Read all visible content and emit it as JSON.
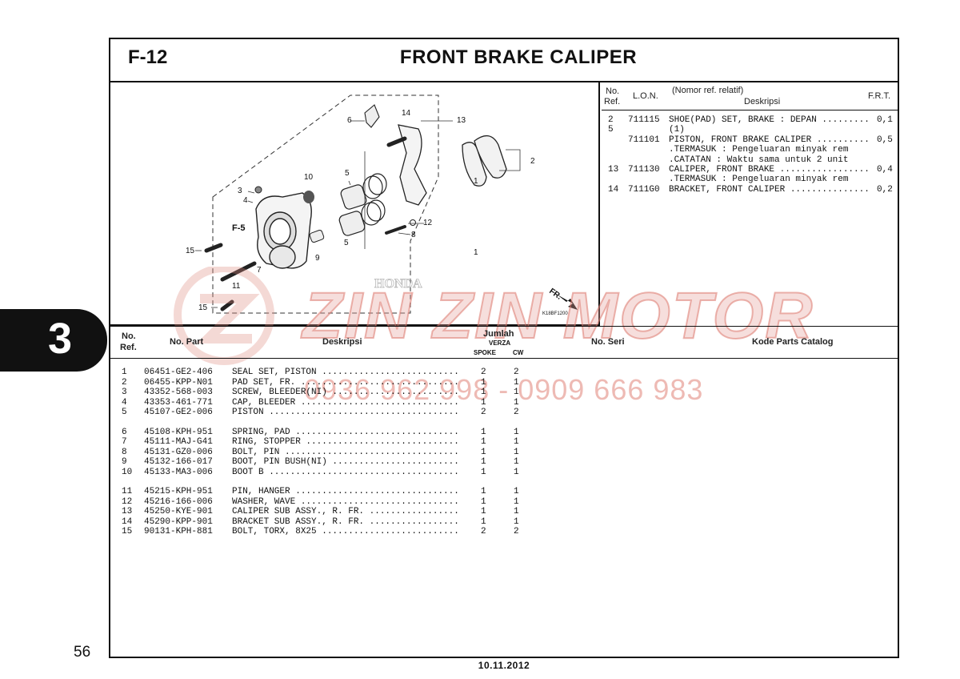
{
  "header": {
    "code": "F-12",
    "title": "FRONT BRAKE CALIPER"
  },
  "chapter": "3",
  "page_number": "56",
  "footer_date": "10.11.2012",
  "diagram": {
    "callouts": [
      "1",
      "2",
      "3",
      "4",
      "5",
      "6",
      "7",
      "8",
      "9",
      "10",
      "11",
      "12",
      "13",
      "14",
      "15"
    ],
    "ref_label": "F-5",
    "fr_label": "FR.",
    "fig_code": "K18BF1200",
    "brand_mark": "HONDA"
  },
  "watermark": {
    "brand": "ZIN ZIN MOTOR",
    "phone": "0936 962 998 - 0909 666 983"
  },
  "lon_table": {
    "headers": {
      "no_ref_1": "No.",
      "no_ref_2": "Ref.",
      "lon": "L.O.N.",
      "nomor": "(Nomor ref. relatif)",
      "deskripsi": "Deskripsi",
      "frt": "F.R.T."
    },
    "rows": [
      {
        "ref": "2",
        "lon": "711115",
        "desc": "SHOE(PAD) SET, BRAKE : DEPAN ...........",
        "frt": "0,1"
      },
      {
        "ref": "5",
        "lon": "",
        "desc": "(1)",
        "frt": ""
      },
      {
        "ref": "",
        "lon": "711101",
        "desc": "PISTON, FRONT BRAKE CALIPER ............",
        "frt": "0,5"
      },
      {
        "ref": "",
        "lon": "",
        "desc": ".TERMASUK : Pengeluaran minyak rem",
        "frt": ""
      },
      {
        "ref": "",
        "lon": "",
        "desc": ".CATATAN : Waktu sama untuk 2 unit",
        "frt": ""
      },
      {
        "ref": "13",
        "lon": "711130",
        "desc": "CALIPER, FRONT BRAKE ...................",
        "frt": "0,4"
      },
      {
        "ref": "",
        "lon": "",
        "desc": ".TERMASUK : Pengeluaran minyak rem",
        "frt": ""
      },
      {
        "ref": "14",
        "lon": "7111G0",
        "desc": "BRACKET, FRONT CALIPER .................",
        "frt": "0,2"
      }
    ]
  },
  "parts_table": {
    "headers": {
      "no_ref_1": "No.",
      "no_ref_2": "Ref.",
      "part_no": "No. Part",
      "deskripsi": "Deskripsi",
      "jumlah": "Jumlah",
      "model": "VERZA",
      "spoke": "SPOKE",
      "cw": "CW",
      "no_seri": "No. Seri",
      "kode": "Kode Parts Catalog"
    },
    "rows": [
      {
        "ref": "1",
        "part": "06451-GE2-406",
        "desc": "SEAL SET, PISTON ..........................",
        "spoke": "2",
        "cw": "2"
      },
      {
        "ref": "2",
        "part": "06455-KPP-N01",
        "desc": "PAD SET, FR. ..............................",
        "spoke": "1",
        "cw": "1"
      },
      {
        "ref": "3",
        "part": "43352-568-003",
        "desc": "SCREW, BLEEDER(NI) ........................",
        "spoke": "1",
        "cw": "1"
      },
      {
        "ref": "4",
        "part": "43353-461-771",
        "desc": "CAP, BLEEDER ..............................",
        "spoke": "1",
        "cw": "1"
      },
      {
        "ref": "5",
        "part": "45107-GE2-006",
        "desc": "PISTON ....................................",
        "spoke": "2",
        "cw": "2"
      },
      {
        "ref": "6",
        "part": "45108-KPH-951",
        "desc": "SPRING, PAD ...............................",
        "spoke": "1",
        "cw": "1"
      },
      {
        "ref": "7",
        "part": "45111-MAJ-G41",
        "desc": "RING, STOPPER .............................",
        "spoke": "1",
        "cw": "1"
      },
      {
        "ref": "8",
        "part": "45131-GZ0-006",
        "desc": "BOLT, PIN .................................",
        "spoke": "1",
        "cw": "1"
      },
      {
        "ref": "9",
        "part": "45132-166-017",
        "desc": "BOOT, PIN BUSH(NI) ........................",
        "spoke": "1",
        "cw": "1"
      },
      {
        "ref": "10",
        "part": "45133-MA3-006",
        "desc": "BOOT B ....................................",
        "spoke": "1",
        "cw": "1"
      },
      {
        "ref": "11",
        "part": "45215-KPH-951",
        "desc": "PIN, HANGER ...............................",
        "spoke": "1",
        "cw": "1"
      },
      {
        "ref": "12",
        "part": "45216-166-006",
        "desc": "WASHER, WAVE ..............................",
        "spoke": "1",
        "cw": "1"
      },
      {
        "ref": "13",
        "part": "45250-KYE-901",
        "desc": "CALIPER SUB ASSY., R. FR. .................",
        "spoke": "1",
        "cw": "1"
      },
      {
        "ref": "14",
        "part": "45290-KPP-901",
        "desc": "BRACKET SUB ASSY., R. FR. .................",
        "spoke": "1",
        "cw": "1"
      },
      {
        "ref": "15",
        "part": "90131-KPH-881",
        "desc": "BOLT, TORX, 8X25 ..........................",
        "spoke": "2",
        "cw": "2"
      }
    ]
  }
}
